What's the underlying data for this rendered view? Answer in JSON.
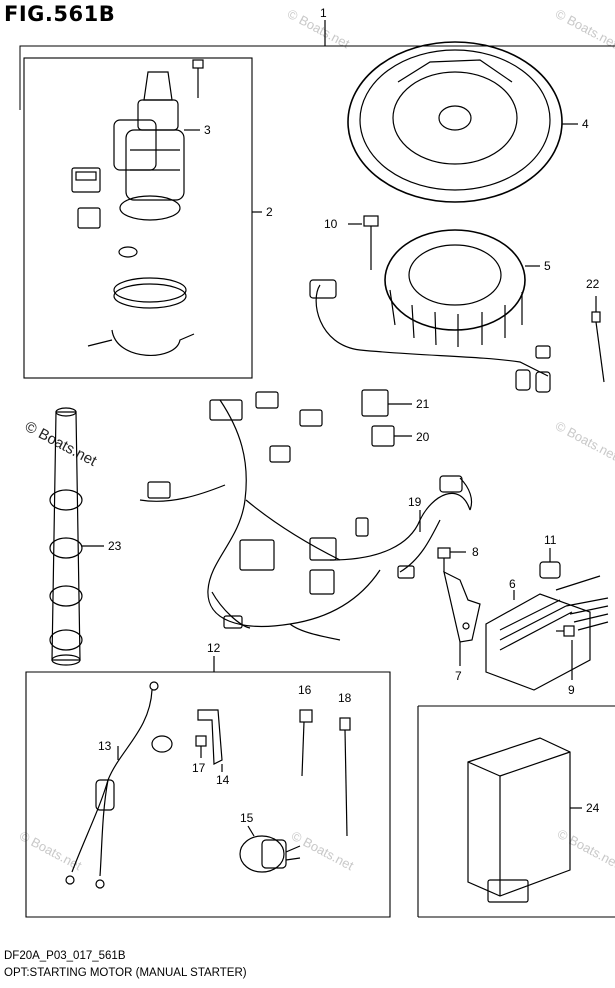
{
  "figure": {
    "title": "FIG.561B",
    "footer_code": "DF20A_P03_017_561B",
    "footer_caption": "OPT:STARTING MOTOR (MANUAL STARTER)"
  },
  "watermark": "© Boats.net",
  "callouts": {
    "c1": "1",
    "c2": "2",
    "c3": "3",
    "c4": "4",
    "c5": "5",
    "c6": "6",
    "c7": "7",
    "c8": "8",
    "c9": "9",
    "c10": "10",
    "c11": "11",
    "c12": "12",
    "c13": "13",
    "c14": "14",
    "c15": "15",
    "c16": "16",
    "c17": "17",
    "c18": "18",
    "c19": "19",
    "c20": "20",
    "c21": "21",
    "c22": "22",
    "c23": "23",
    "c24": "24"
  }
}
